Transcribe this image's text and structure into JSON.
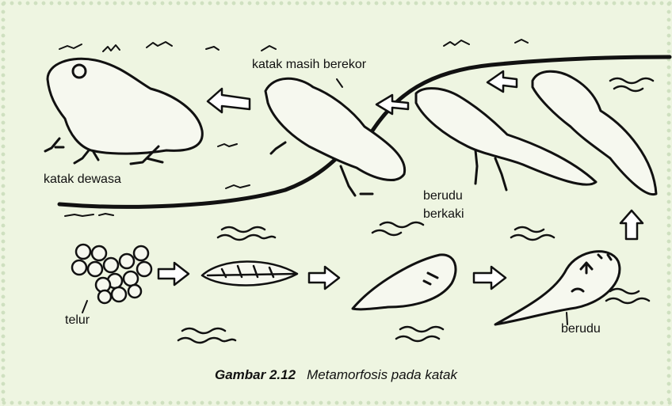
{
  "labels": {
    "adult_frog": "katak dewasa",
    "tailed_froglet": "katak masih berekor",
    "legged_tadpole_line1": "berudu",
    "legged_tadpole_line2": "berkaki",
    "eggs": "telur",
    "tadpole": "berudu"
  },
  "caption": {
    "number": "Gambar 2.12",
    "title": "Metamorfosis pada katak"
  },
  "colors": {
    "background": "#eef5e1",
    "border_dots": "#cfe0c0",
    "ink": "#111111"
  }
}
